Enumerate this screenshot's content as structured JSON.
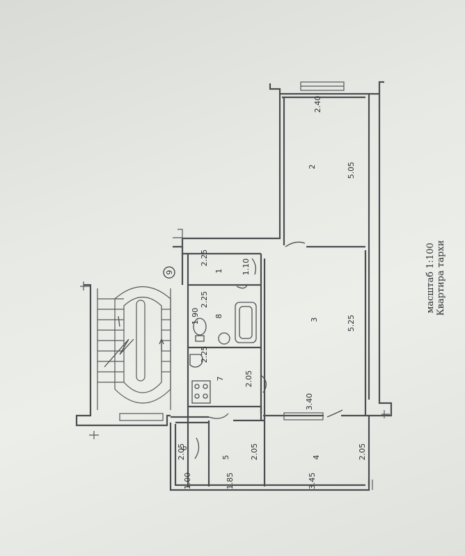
{
  "caption": {
    "title": "Квартира тархи",
    "scale": "масштаб 1:100"
  },
  "entrance_marker": "9",
  "rooms": [
    {
      "id": "1",
      "label": "1"
    },
    {
      "id": "2",
      "label": "2"
    },
    {
      "id": "3",
      "label": "3"
    },
    {
      "id": "4",
      "label": "4"
    },
    {
      "id": "5",
      "label": "5"
    },
    {
      "id": "6",
      "label": "6"
    },
    {
      "id": "7",
      "label": "7"
    },
    {
      "id": "8",
      "label": "8"
    }
  ],
  "dimensions": {
    "room2_width": "2.40",
    "room2_length": "5.05",
    "room1_top": "2.25",
    "room1_side": "1.10",
    "room8_top": "2.25",
    "room8_side": "1.90",
    "room7_top": "2.25",
    "room7_side": "2.05",
    "room3_length": "5.25",
    "room3_width": "3.40",
    "room6_side": "2.05",
    "room5_side": "2.05",
    "room4_side": "2.05",
    "bottom_a": "1.00",
    "bottom_b": "1.85",
    "bottom_c": "3.45"
  },
  "colors": {
    "paper": "#e8eae5",
    "ink": "#4a4d50"
  }
}
